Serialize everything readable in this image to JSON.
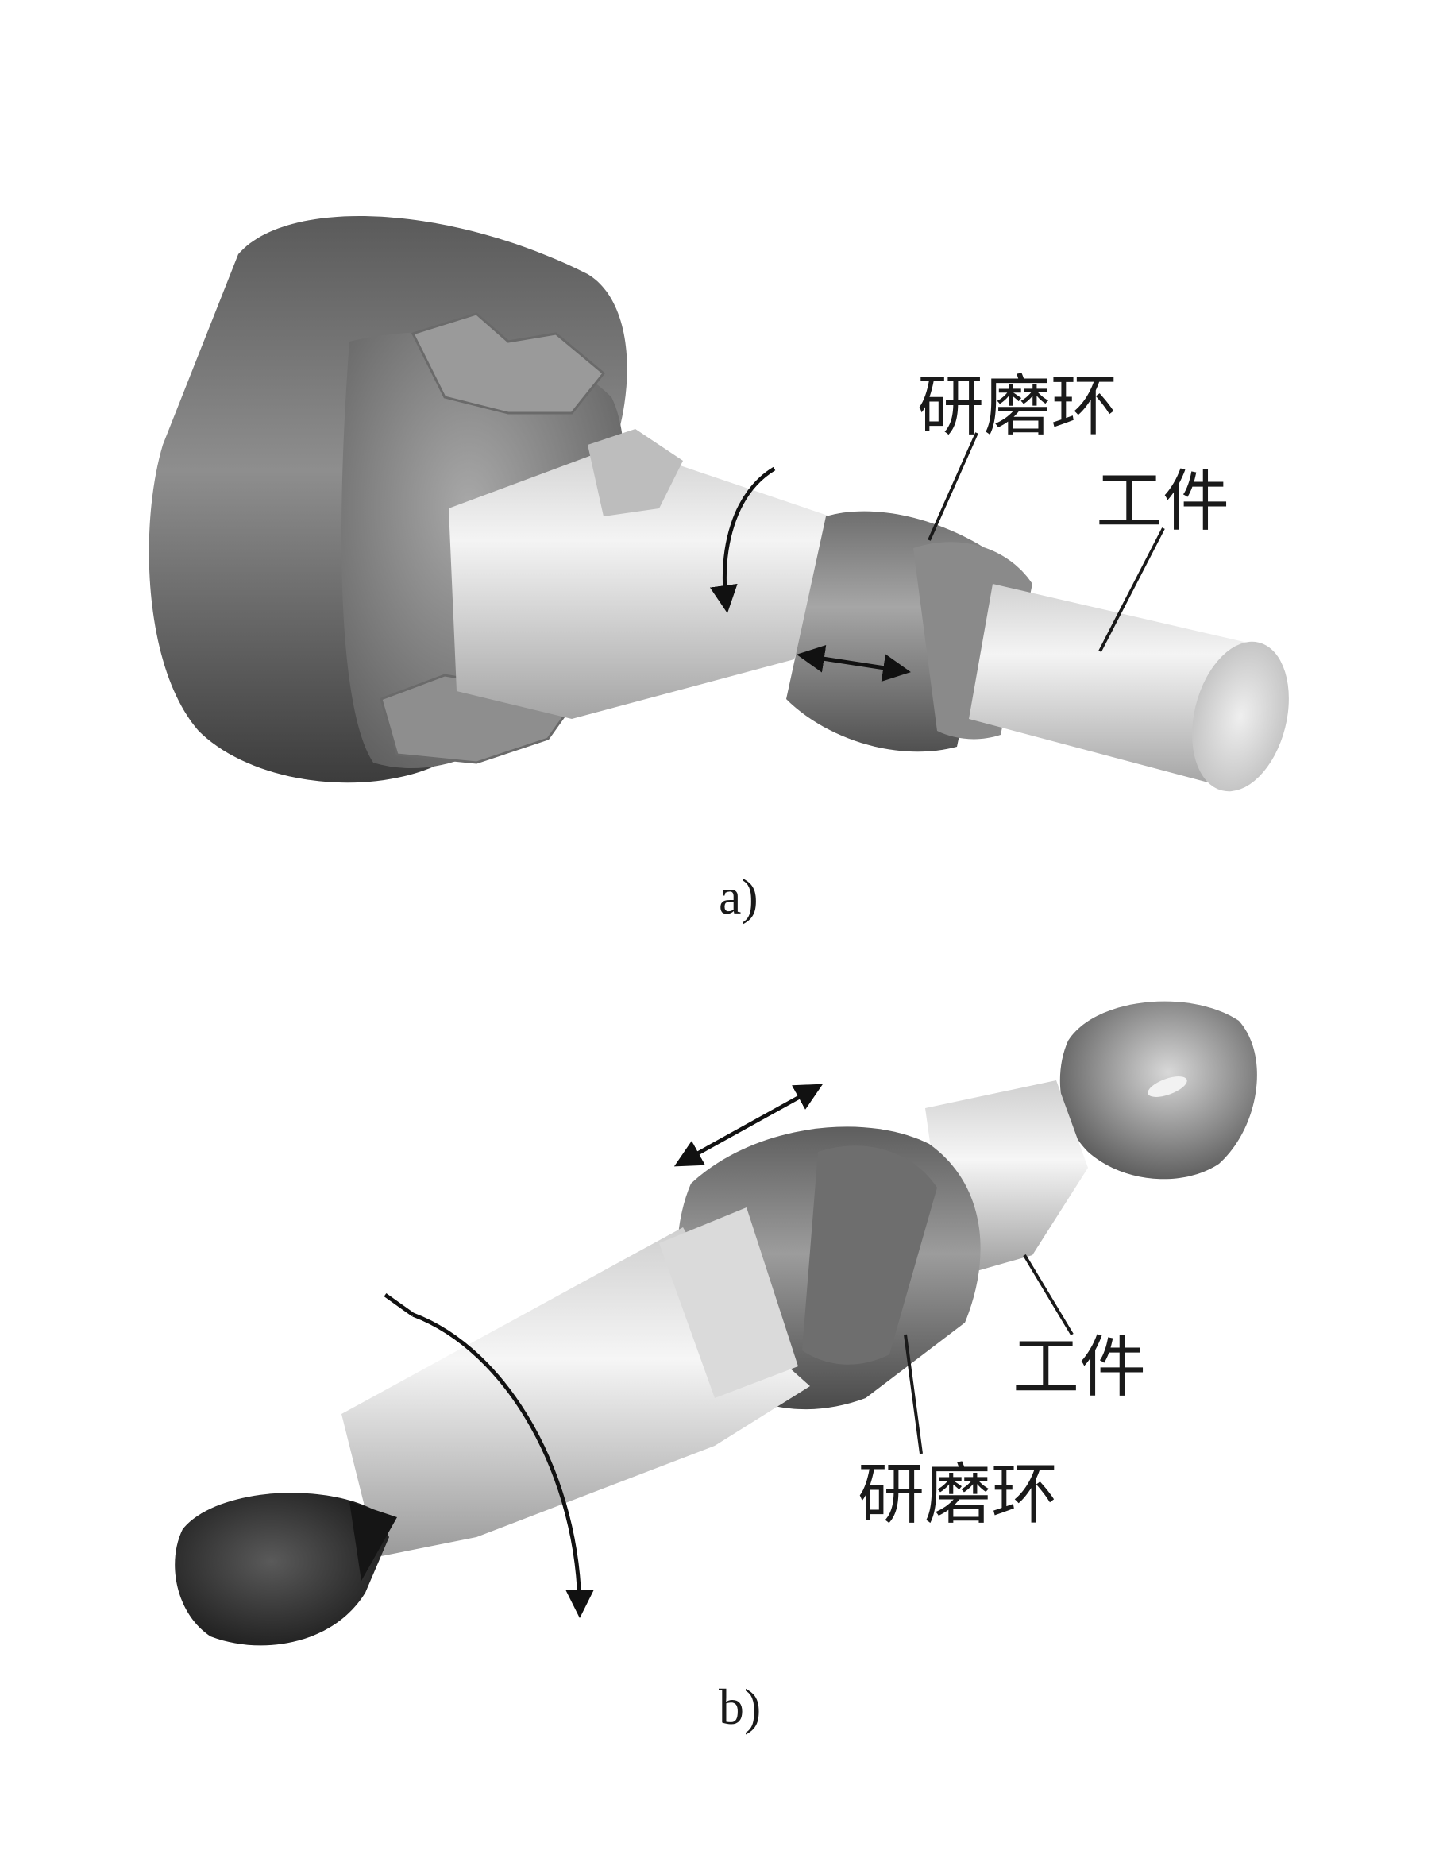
{
  "figure_a": {
    "caption": "a)",
    "label_lapping_ring": "研磨环",
    "label_workpiece": "工件"
  },
  "figure_b": {
    "caption": "b)",
    "label_lapping_ring": "研磨环",
    "label_workpiece": "工件"
  },
  "colors": {
    "ink": "#1a1a1a",
    "chuck_dark": "#4a4a4a",
    "chuck_mid": "#8c8c8c",
    "shaft_light": "#e8e8e8",
    "ring_mid": "#7a7a7a",
    "tool_dark": "#2e2e2e"
  }
}
